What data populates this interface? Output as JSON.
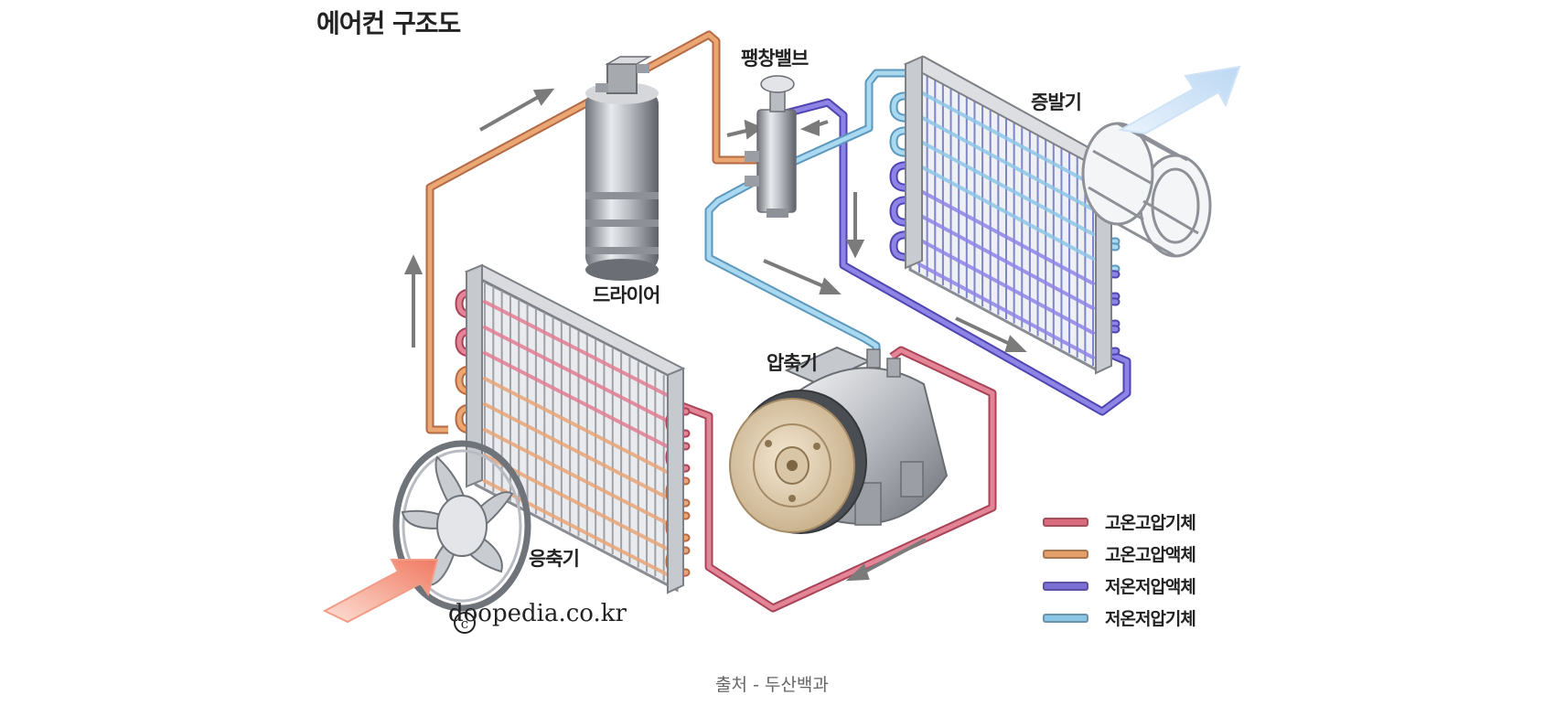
{
  "diagram": {
    "title": "에어컨 구조도",
    "components": {
      "expansion_valve": "팽창밸브",
      "evaporator": "증발기",
      "dryer": "드라이어",
      "compressor": "압축기",
      "condenser": "응축기"
    },
    "legend": [
      {
        "label": "고온고압기체",
        "color": "#d96b7e"
      },
      {
        "label": "고온고압액체",
        "color": "#e3a06b"
      },
      {
        "label": "저온저압액체",
        "color": "#7b6fd6"
      },
      {
        "label": "저온저압기체",
        "color": "#8cc6e6"
      }
    ],
    "credit": "doopedia.co.kr"
  },
  "caption": "출처 - 두산백과"
}
